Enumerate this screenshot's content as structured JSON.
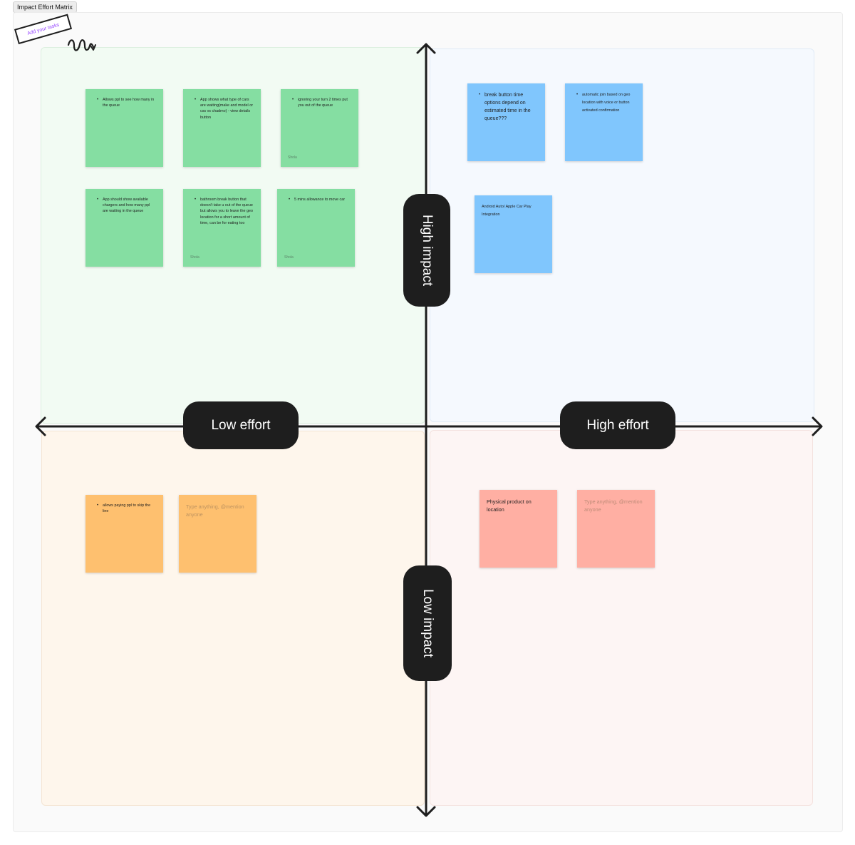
{
  "frame": {
    "title": "Impact Effort Matrix"
  },
  "hint": {
    "label": "Add your tasks"
  },
  "axes": {
    "high_impact": "High impact",
    "low_impact": "Low impact",
    "low_effort": "Low effort",
    "high_effort": "High effort"
  },
  "quadrants": {
    "high_impact_low_effort": {
      "color": "#85dea2",
      "stickies": [
        {
          "text": "Allows ppl to see how many in the queue",
          "author": ""
        },
        {
          "text": "App shows what type of cars are waiting(make and model or css vs chadmo) - view details button",
          "author": ""
        },
        {
          "text": "ignoring your turn 2 times put you out of the queue",
          "author": "Shola"
        },
        {
          "text": "App should show available chargers and how many ppl are waiting in the queue",
          "author": ""
        },
        {
          "text": "bathroom break button that doesn't take u out of the queue but allows you to leave the geo location for a short amount of time, can be for eating too",
          "author": "Shola"
        },
        {
          "text": "5 mins allowance to move car",
          "author": "Shola"
        }
      ]
    },
    "high_impact_high_effort": {
      "color": "#80c6fd",
      "stickies": [
        {
          "text": "break button time options depend on estimated time in the queue???"
        },
        {
          "text": "automatic join based on geo location with voice or button activated confirmation"
        },
        {
          "text": "Android Auto/ Apple Car Play Integration"
        }
      ]
    },
    "low_impact_low_effort": {
      "color": "#fec06f",
      "stickies": [
        {
          "text": "allows paying ppl to skip the line"
        },
        {
          "placeholder": "Type anything, @mention anyone"
        }
      ]
    },
    "low_impact_high_effort": {
      "color": "#ffafa3",
      "stickies": [
        {
          "text": "Physical product on location"
        },
        {
          "placeholder": "Type anything, @mention anyone"
        }
      ]
    }
  }
}
